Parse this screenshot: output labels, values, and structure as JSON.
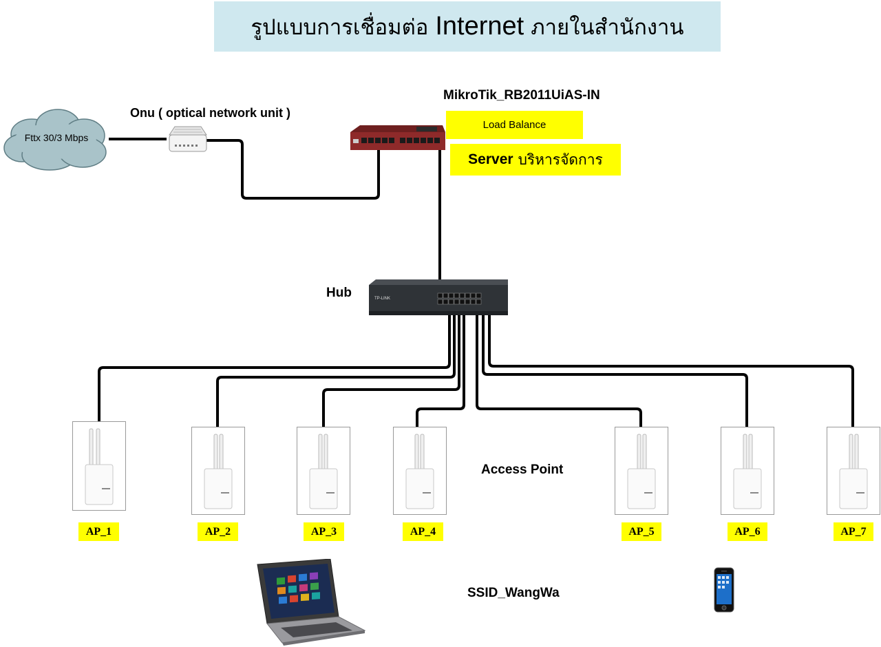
{
  "title": {
    "thai_before": "รูปแบบการเชื่อมต่อ",
    "english": "Internet",
    "thai_after": "ภายในสำนักงาน"
  },
  "cloud": {
    "label": "Fttx 30/3 Mbps",
    "color": "#a9c3c9"
  },
  "onu": {
    "label": "Onu ( optical network unit )"
  },
  "router": {
    "label": "MikroTik_RB2011UiAS-IN",
    "load_balance": "Load Balance",
    "server_en": "Server",
    "server_th": "บริหารจัดการ",
    "color": "#8e2a2a"
  },
  "hub": {
    "label": "Hub",
    "brand": "TP-LINK"
  },
  "access_point_label": "Access Point",
  "access_points": [
    "AP_1",
    "AP_2",
    "AP_3",
    "AP_4",
    "AP_5",
    "AP_6",
    "AP_7"
  ],
  "ssid": "SSID_WangWa",
  "devices": [
    "laptop-icon",
    "smartphone-icon"
  ],
  "colors": {
    "highlight": "#ffff00",
    "title_bg": "#cfe8ef",
    "cable": "#000000"
  }
}
